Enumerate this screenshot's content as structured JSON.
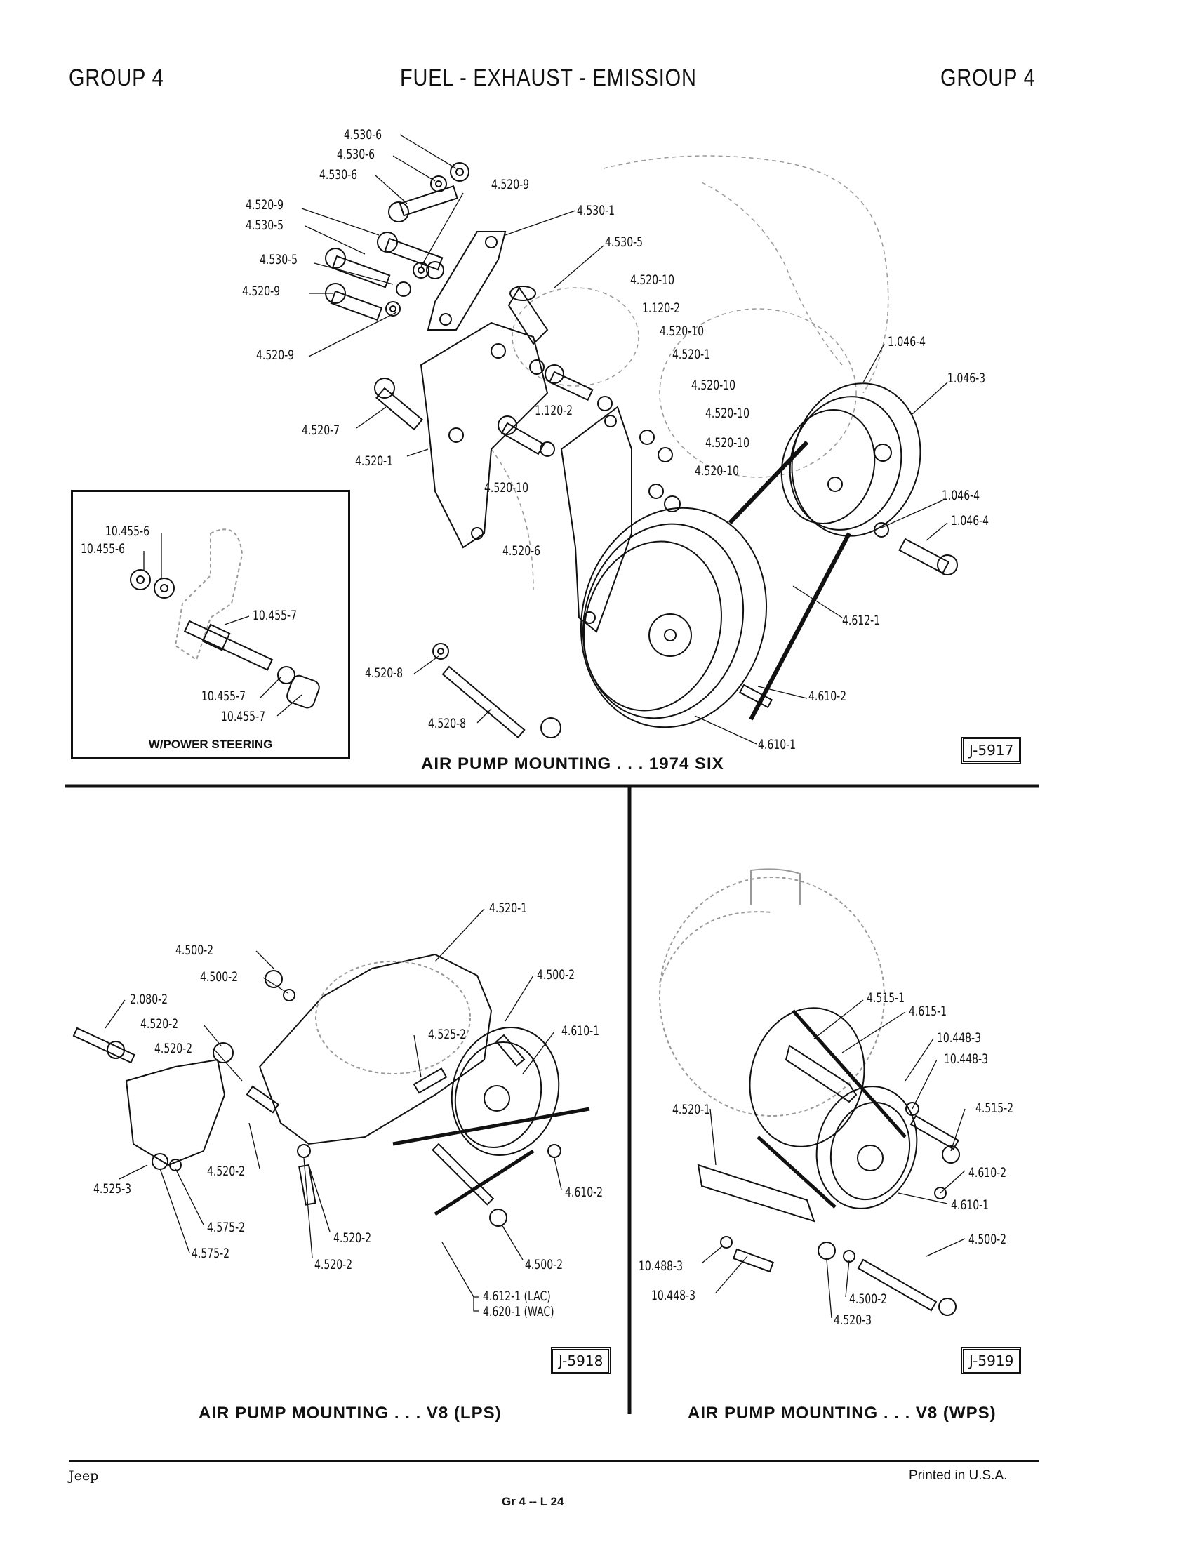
{
  "header": {
    "left": "GROUP 4",
    "center": "FUEL - EXHAUST - EMISSION",
    "right": "GROUP 4"
  },
  "top": {
    "caption": "AIR PUMP MOUNTING . . . 1974 SIX",
    "ref": "J-5917",
    "inset_caption": "W/POWER STEERING",
    "labels": [
      "4.530-6",
      "4.530-6",
      "4.530-6",
      "4.520-9",
      "4.530-1",
      "4.520-9",
      "4.530-5",
      "4.530-5",
      "4.530-5",
      "4.520-10",
      "4.520-9",
      "1.120-2",
      "4.520-9",
      "4.520-10",
      "4.520-1",
      "1.046-4",
      "1.046-3",
      "4.520-10",
      "4.520-7",
      "1.120-2",
      "4.520-10",
      "4.520-10",
      "4.520-1",
      "4.520-10",
      "4.520-10",
      "1.046-4",
      "1.046-4",
      "4.520-6",
      "4.612-1",
      "4.520-8",
      "4.610-2",
      "4.520-8",
      "4.610-1"
    ],
    "inset_labels": [
      "10.455-6",
      "10.455-6",
      "10.455-7",
      "10.455-7",
      "10.455-7"
    ]
  },
  "bottom_left": {
    "caption": "AIR PUMP MOUNTING . . . V8 (LPS)",
    "ref": "J-5918",
    "labels": [
      "4.520-1",
      "4.500-2",
      "4.500-2",
      "4.500-2",
      "2.080-2",
      "4.520-2",
      "4.610-1",
      "4.520-2",
      "4.525-2",
      "4.520-2",
      "4.610-2",
      "4.525-3",
      "4.575-2",
      "4.575-2",
      "4.520-2",
      "4.520-2",
      "4.500-2",
      "4.612-1 (LAC)",
      "4.620-1 (WAC)"
    ]
  },
  "bottom_right": {
    "caption": "AIR PUMP MOUNTING . . . V8 (WPS)",
    "ref": "J-5919",
    "labels": [
      "4.515-1",
      "4.615-1",
      "10.448-3",
      "10.448-3",
      "4.515-2",
      "4.520-1",
      "4.610-2",
      "4.610-1",
      "4.500-2",
      "10.488-3",
      "10.448-3",
      "4.500-2",
      "4.520-3"
    ]
  },
  "footer": {
    "left": "Jeep",
    "center": "Gr 4 -- L 24",
    "right": "Printed in U.S.A."
  }
}
